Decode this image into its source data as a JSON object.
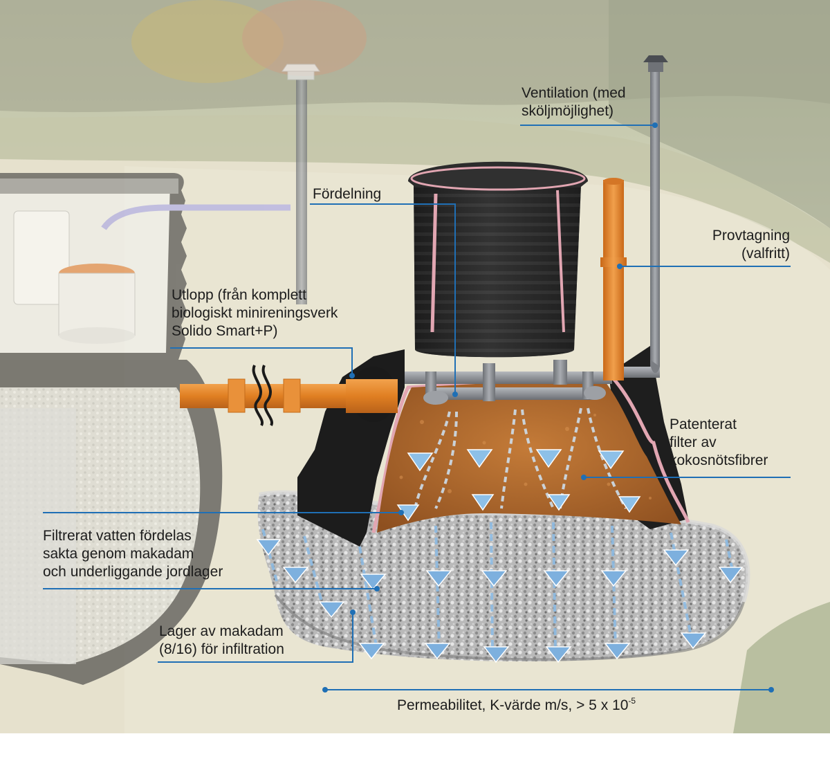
{
  "labels": {
    "ventilation": [
      "Ventilation (med",
      "sköljmöjlighet)"
    ],
    "fordelning": "Fördelning",
    "provtagning": [
      "Provtagning",
      "(valfritt)"
    ],
    "utlopp": [
      "Utlopp (från komplett",
      "biologiskt minireningsverk",
      "Solido Smart+P)"
    ],
    "filter": [
      "Patenterat",
      "filter av",
      "kokosnötsfibrer"
    ],
    "filtrerat": [
      "Filtrerat vatten fördelas",
      "sakta genom makadam",
      "och underliggande jordlager"
    ],
    "lager": [
      "Lager av makadam",
      "(8/16) för infiltration"
    ]
  },
  "permeability": {
    "text": "Permeabilitet,  K-värde m/s,  > 5 x 10",
    "exponent": "-5"
  },
  "colors": {
    "sky_grass": "#c9ccb0",
    "soil": "#e7e2cf",
    "gravel": "#b7b7b7",
    "coco_fiber": "#b26a2c",
    "tank_black": "#222222",
    "pipe_orange": "#e98a2e",
    "pipe_grey": "#8a8d92",
    "leader_blue": "#1f6fb5",
    "water_arrow": "#7fb3de",
    "pink_outline": "#e2a6b2"
  }
}
